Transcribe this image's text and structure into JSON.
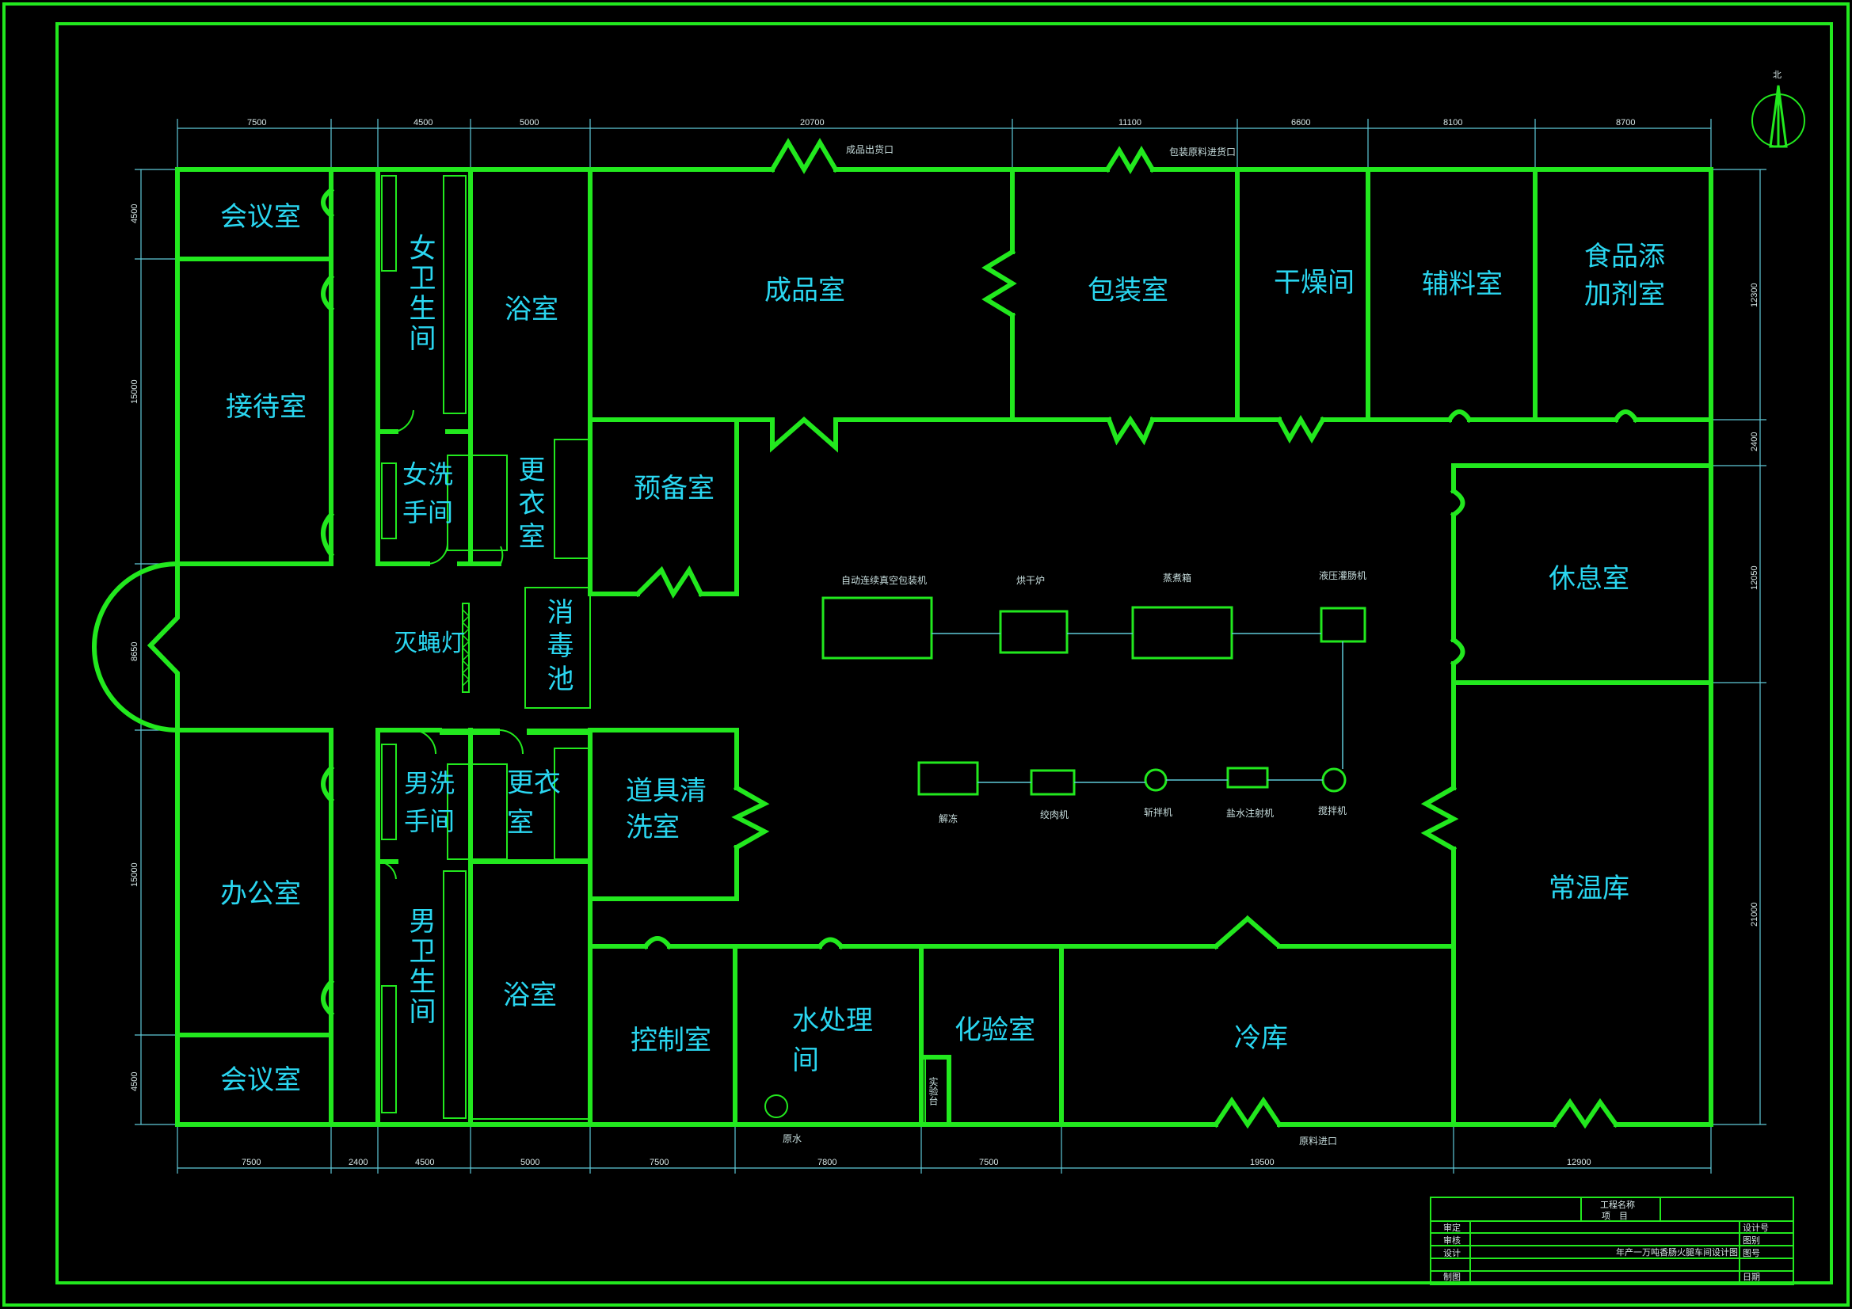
{
  "rooms": {
    "meeting1": "会议室",
    "reception": "接待室",
    "office": "办公室",
    "meeting2": "会议室",
    "women_toilet": "女卫生间",
    "women_wash": "女洗手间",
    "women_bath": "浴室",
    "women_change": "更衣室",
    "men_toilet": "男卫生间",
    "men_wash": "男洗手间",
    "men_bath": "浴室",
    "men_change": "更衣室",
    "fly_lamp": "灭蝇灯",
    "disinfect": "消毒池",
    "finished": "成品室",
    "packing": "包装室",
    "drying": "干燥间",
    "auxiliary": "辅料室",
    "additive": "食品添加剂室",
    "prep": "预备室",
    "tool_wash": "道具清洗室",
    "rest": "休息室",
    "normal_store": "常温库",
    "control": "控制室",
    "water": "水处理间",
    "lab": "化验室",
    "lab_bench": "实验台",
    "cold": "冷库"
  },
  "small_labels": {
    "finished_door": "成品出货口",
    "packing_door": "包装原料进货口",
    "material_door": "原料进口",
    "raw_water": "原水"
  },
  "equipment": {
    "vacuum_packer": "自动连续真空包装机",
    "dryer": "烘干炉",
    "steamer": "蒸煮箱",
    "stuffer": "液压灌肠机",
    "thaw": "解冻",
    "grinder": "绞肉机",
    "chopper": "斩拌机",
    "injector": "盐水注射机",
    "mixer": "搅拌机"
  },
  "dims_top": [
    "7500",
    "4500",
    "5000",
    "20700",
    "11100",
    "6600",
    "8100",
    "8700"
  ],
  "dims_bottom": [
    "7500",
    "2400",
    "4500",
    "5000",
    "7500",
    "7800",
    "7500",
    "19500",
    "12900"
  ],
  "dims_left": [
    "4500",
    "15000",
    "8650",
    "15000",
    "4500"
  ],
  "dims_right": [
    "12300",
    "2400",
    "12050",
    "21000"
  ],
  "north": "北",
  "title_block": {
    "project_name": "工程名称",
    "item": "项　目",
    "drawing_title": "年产一万吨香肠火腿车间设计图",
    "rows_left": [
      "审定",
      "审核",
      "设计",
      "制图"
    ],
    "rows_right": [
      "设计号",
      "图别",
      "图号",
      "日期"
    ]
  }
}
